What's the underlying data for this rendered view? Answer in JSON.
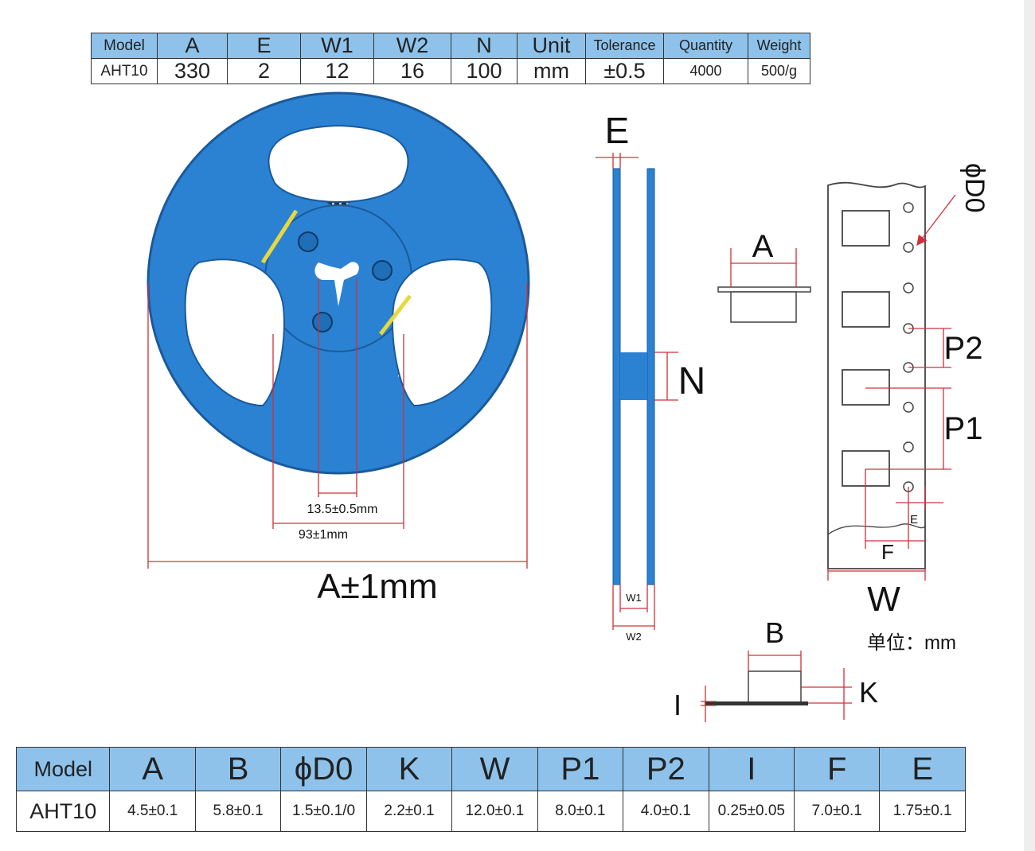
{
  "reel_spec_table": {
    "headers": [
      "Model",
      "A",
      "E",
      "W1",
      "W2",
      "N",
      "Unit",
      "Tolerance",
      "Quantity",
      "Weight"
    ],
    "values": [
      "AHT10",
      "330",
      "2",
      "12",
      "16",
      "100",
      "mm",
      "±0.5",
      "4000",
      "500/g"
    ]
  },
  "tape_spec_table": {
    "headers": [
      "Model",
      "A",
      "B",
      "ϕD0",
      "K",
      "W",
      "P1",
      "P2",
      "I",
      "F",
      "E"
    ],
    "values": [
      "AHT10",
      "4.5±0.1",
      "5.8±0.1",
      "1.5±0.1/0",
      "2.2±0.1",
      "12.0±0.1",
      "8.0±0.1",
      "4.0±0.1",
      "0.25±0.05",
      "7.0±0.1",
      "1.75±0.1"
    ]
  },
  "reel_front": {
    "hub_dim": "13.5±0.5mm",
    "core_dim": "93±1mm",
    "diameter_dim": "A±1mm",
    "colors": {
      "reel": "#2b82d2",
      "reel_outline": "#1a5a9c",
      "tape": "#2e2a2a",
      "dimension": "#d0303a"
    }
  },
  "reel_side": {
    "labels": {
      "E": "E",
      "N": "N",
      "W1": "W1",
      "W2": "W2"
    }
  },
  "tape": {
    "labels": {
      "D0": "ϕD0",
      "A": "A",
      "P2": "P2",
      "P1": "P1",
      "E": "E",
      "F": "F",
      "W": "W",
      "unit": "单位：mm"
    }
  },
  "component": {
    "labels": {
      "B": "B",
      "K": "K",
      "I": "I"
    }
  }
}
